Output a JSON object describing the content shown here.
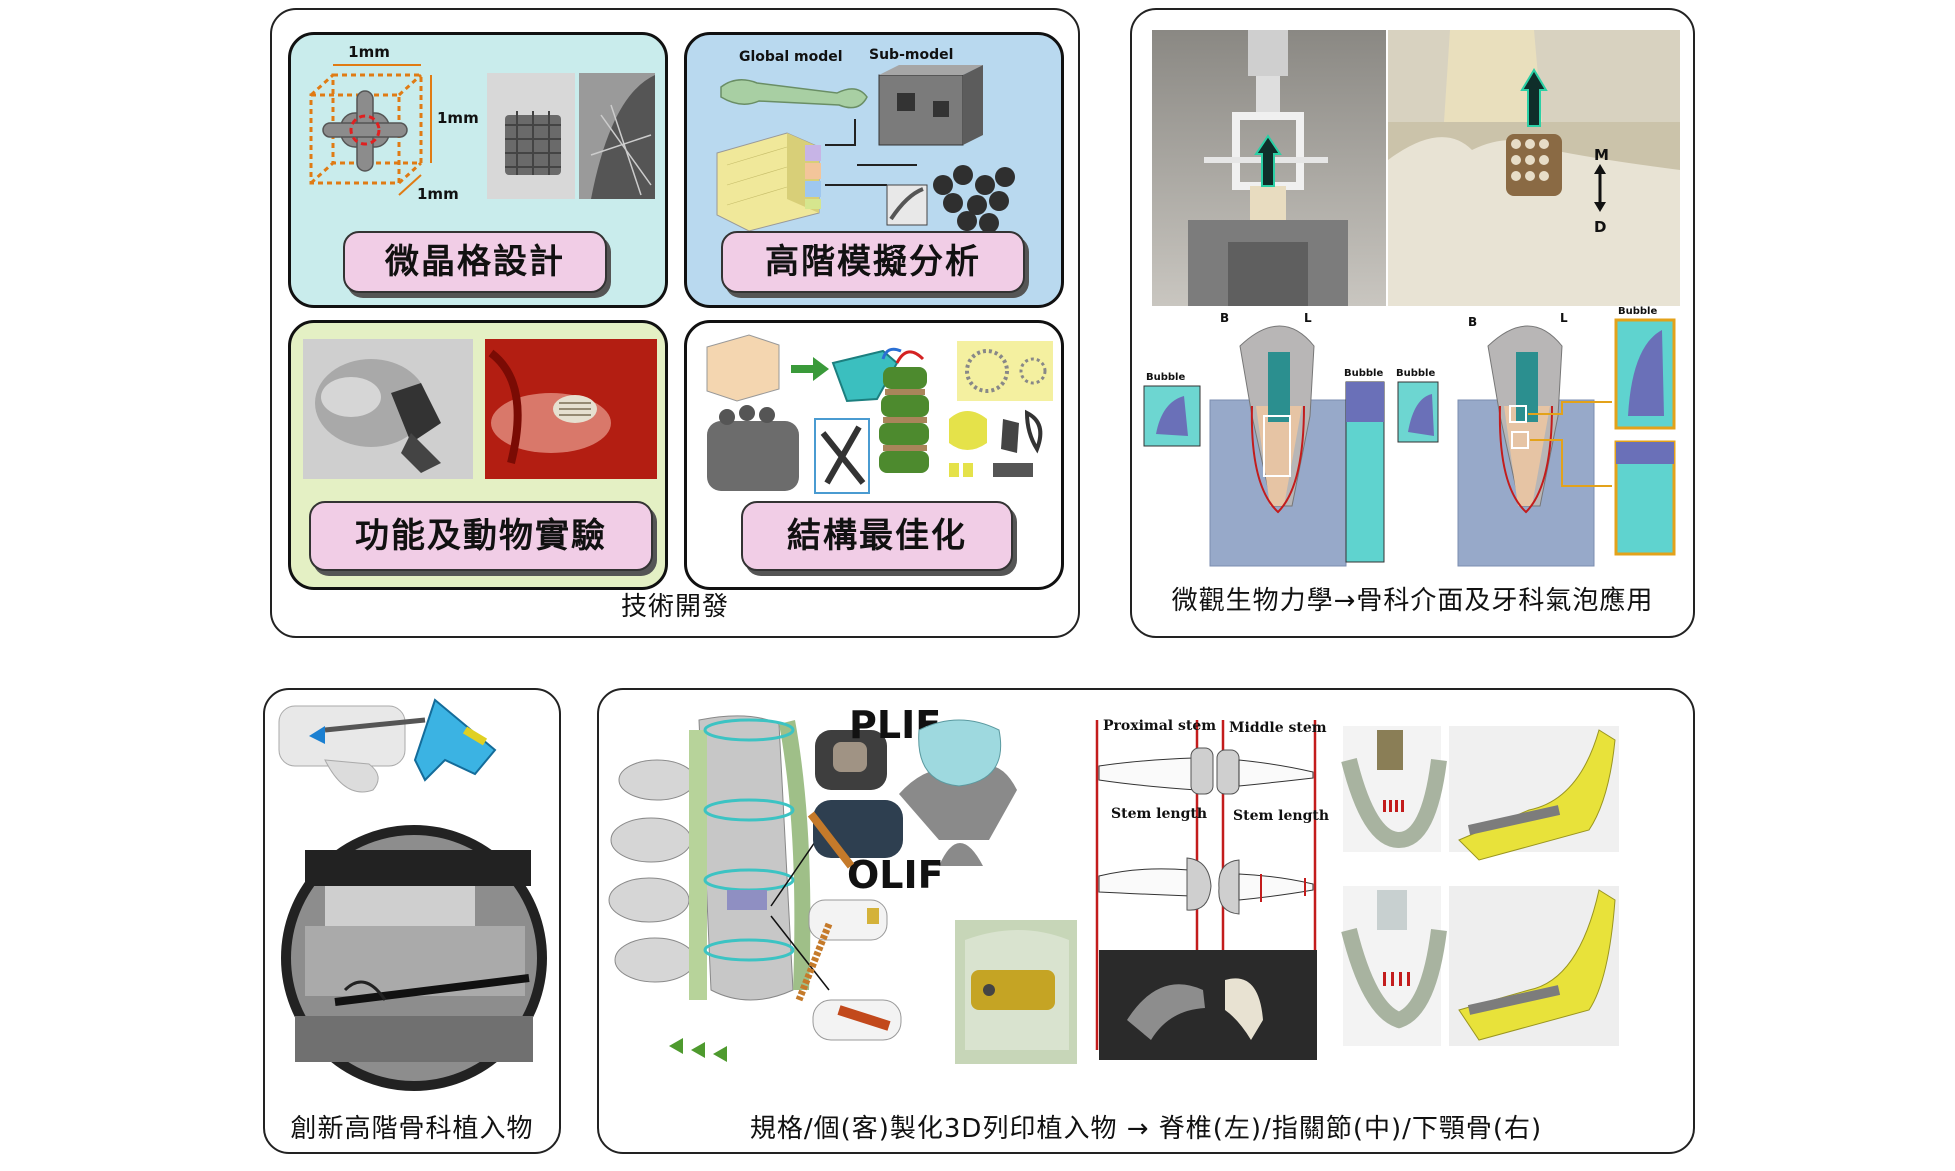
{
  "tech_panel": {
    "caption": "技術開發",
    "tiles": {
      "lattice": {
        "label": "微晶格設計",
        "dim_top": "1mm",
        "dim_right": "1mm",
        "dim_bottom": "1mm"
      },
      "simulation": {
        "label": "高階模擬分析",
        "global_model": "Global model",
        "sub_model": "Sub-model"
      },
      "experiment": {
        "label": "功能及動物實驗"
      },
      "optimization": {
        "label": "結構最佳化"
      }
    }
  },
  "biomech_panel": {
    "caption": "微觀生物力學→骨科介面及牙科氣泡應用",
    "photo_labels": {
      "m": "M",
      "d": "D"
    },
    "tooth_labels": {
      "b_left": "B",
      "l_left": "L",
      "b_right": "B",
      "l_right": "L",
      "bubble_1": "Bubble",
      "bubble_2": "Bubble",
      "bubble_3": "Bubble",
      "bubble_4": "Bubble"
    }
  },
  "ortho_panel": {
    "caption": "創新高階骨科植入物"
  },
  "implant_panel": {
    "caption": "規格/個(客)製化3D列印植入物 → 脊椎(左)/指關節(中)/下顎骨(右)",
    "plif": "PLIF",
    "olif": "OLIF",
    "proximal_stem": "Proximal stem",
    "middle_stem": "Middle stem",
    "stem_length_left": "Stem length",
    "stem_length_right": "Stem length"
  },
  "colors": {
    "tile_cyan": "#c9ecec",
    "tile_blue": "#b9d9ef",
    "tile_green": "#e4f0c4",
    "label_pink": "#f1cde6",
    "mesh_blue": "#8fa6c8",
    "implant_cyan": "#5fd3d3",
    "jaw_yellow": "#e8e23a"
  }
}
